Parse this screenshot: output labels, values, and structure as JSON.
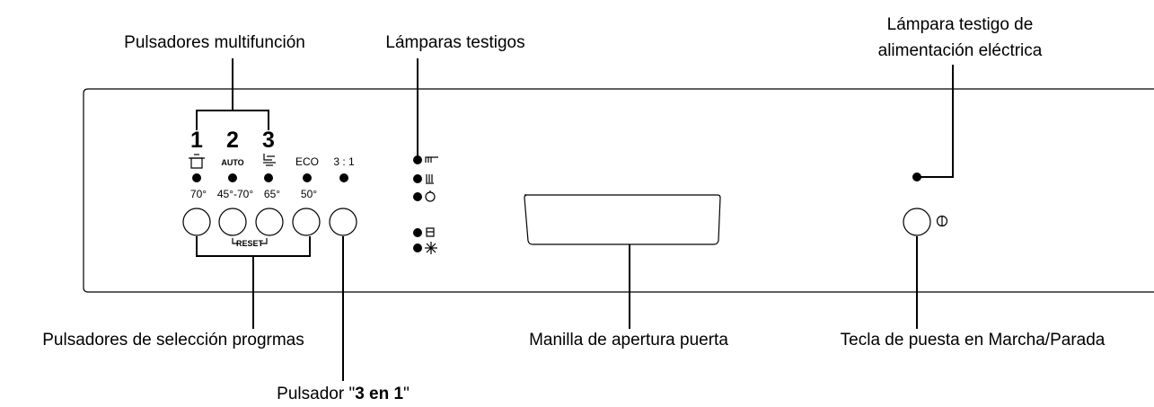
{
  "callouts": {
    "multifunction_buttons": "Pulsadores multifunción",
    "indicator_lamps": "Lámparas testigos",
    "power_lamp_line1": "Lámpara testigo de",
    "power_lamp_line2": "alimentación eléctrica",
    "program_buttons": "Pulsadores de selección progrmas",
    "door_handle": "Manilla de apertura puerta",
    "on_off_key": "Tecla de puesta en Marcha/Parada",
    "three_in_one_prefix": "Pulsador \"",
    "three_in_one_bold": "3 en 1",
    "three_in_one_suffix": "\""
  },
  "panel": {
    "numbers": [
      "1",
      "2",
      "3"
    ],
    "top_labels": {
      "auto": "AUTO",
      "eco": "ECO",
      "three_one": "3 : 1"
    },
    "temps": [
      "70°",
      "45°-70°",
      "65°",
      "50°"
    ],
    "reset": "RESET"
  },
  "icons": {
    "power_symbol": "power-icon",
    "lamp_icons": [
      "salt-icon",
      "rinse-aid-icon",
      "delay-icon",
      "program-end-icon",
      "drying-icon"
    ]
  }
}
